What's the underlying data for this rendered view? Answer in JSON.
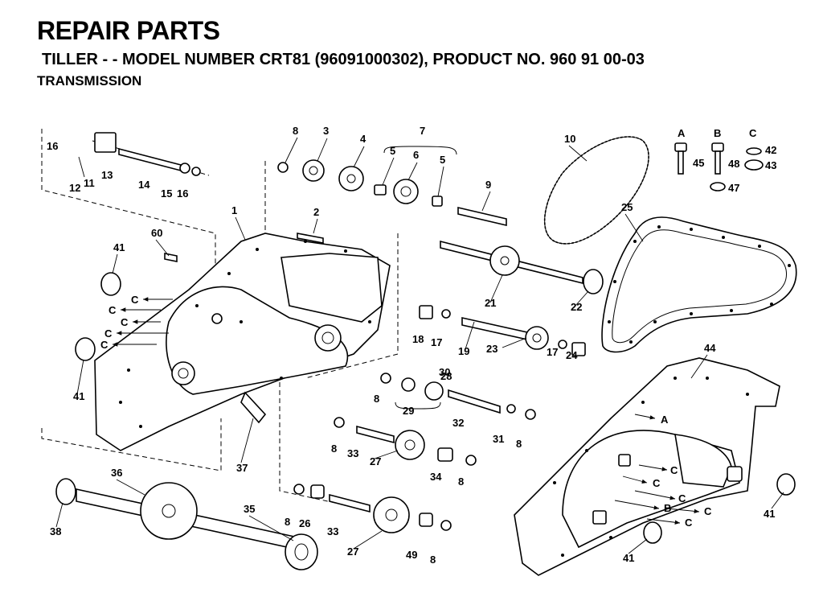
{
  "header": {
    "title": "REPAIR PARTS",
    "subtitle": "TILLER - - MODEL NUMBER CRT81 (96091000302), PRODUCT NO. 960 91 00-03",
    "section": "TRANSMISSION"
  },
  "legend": {
    "col_a": "A",
    "col_b": "B",
    "col_c": "C"
  },
  "callouts": [
    {
      "id": "c1",
      "text": "1"
    },
    {
      "id": "c2",
      "text": "2"
    },
    {
      "id": "c3",
      "text": "3"
    },
    {
      "id": "c4",
      "text": "4"
    },
    {
      "id": "c5a",
      "text": "5"
    },
    {
      "id": "c5b",
      "text": "5"
    },
    {
      "id": "c6",
      "text": "6"
    },
    {
      "id": "c7",
      "text": "7"
    },
    {
      "id": "c8a",
      "text": "8"
    },
    {
      "id": "c8b",
      "text": "8"
    },
    {
      "id": "c8c",
      "text": "8"
    },
    {
      "id": "c8d",
      "text": "8"
    },
    {
      "id": "c8e",
      "text": "8"
    },
    {
      "id": "c8f",
      "text": "8"
    },
    {
      "id": "c8g",
      "text": "8"
    },
    {
      "id": "c9",
      "text": "9"
    },
    {
      "id": "c10",
      "text": "10"
    },
    {
      "id": "c11",
      "text": "11"
    },
    {
      "id": "c12",
      "text": "12"
    },
    {
      "id": "c13",
      "text": "13"
    },
    {
      "id": "c14",
      "text": "14"
    },
    {
      "id": "c15",
      "text": "15"
    },
    {
      "id": "c16a",
      "text": "16"
    },
    {
      "id": "c16b",
      "text": "16"
    },
    {
      "id": "c17a",
      "text": "17"
    },
    {
      "id": "c17b",
      "text": "17"
    },
    {
      "id": "c18",
      "text": "18"
    },
    {
      "id": "c19",
      "text": "19"
    },
    {
      "id": "c21",
      "text": "21"
    },
    {
      "id": "c22",
      "text": "22"
    },
    {
      "id": "c23",
      "text": "23"
    },
    {
      "id": "c24",
      "text": "24"
    },
    {
      "id": "c25",
      "text": "25"
    },
    {
      "id": "c26",
      "text": "26"
    },
    {
      "id": "c27a",
      "text": "27"
    },
    {
      "id": "c27b",
      "text": "27"
    },
    {
      "id": "c28",
      "text": "28"
    },
    {
      "id": "c29",
      "text": "29"
    },
    {
      "id": "c30",
      "text": "30"
    },
    {
      "id": "c31",
      "text": "31"
    },
    {
      "id": "c32",
      "text": "32"
    },
    {
      "id": "c33a",
      "text": "33"
    },
    {
      "id": "c33b",
      "text": "33"
    },
    {
      "id": "c34",
      "text": "34"
    },
    {
      "id": "c35",
      "text": "35"
    },
    {
      "id": "c36",
      "text": "36"
    },
    {
      "id": "c37",
      "text": "37"
    },
    {
      "id": "c38",
      "text": "38"
    },
    {
      "id": "c41a",
      "text": "41"
    },
    {
      "id": "c41b",
      "text": "41"
    },
    {
      "id": "c41c",
      "text": "41"
    },
    {
      "id": "c41d",
      "text": "41"
    },
    {
      "id": "c42",
      "text": "42"
    },
    {
      "id": "c43",
      "text": "43"
    },
    {
      "id": "c44",
      "text": "44"
    },
    {
      "id": "c45",
      "text": "45"
    },
    {
      "id": "c47",
      "text": "47"
    },
    {
      "id": "c48",
      "text": "48"
    },
    {
      "id": "c49",
      "text": "49"
    },
    {
      "id": "c60",
      "text": "60"
    }
  ],
  "arrow_letters": {
    "c": "C",
    "a": "A",
    "b": "B"
  }
}
